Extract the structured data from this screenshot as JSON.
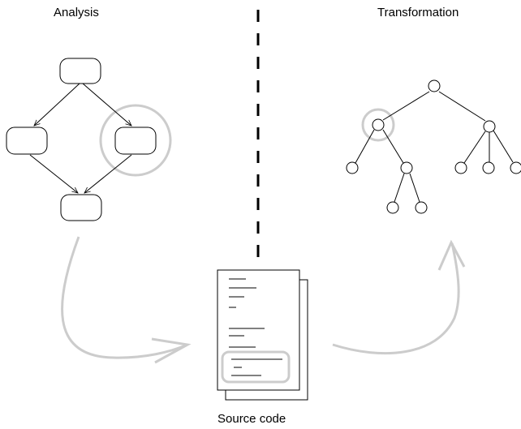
{
  "labels": {
    "analysis": "Analysis",
    "transformation": "Transformation",
    "source_code": "Source code"
  },
  "colors": {
    "stroke": "#000000",
    "highlight": "#cccccc",
    "background": "#ffffff"
  }
}
